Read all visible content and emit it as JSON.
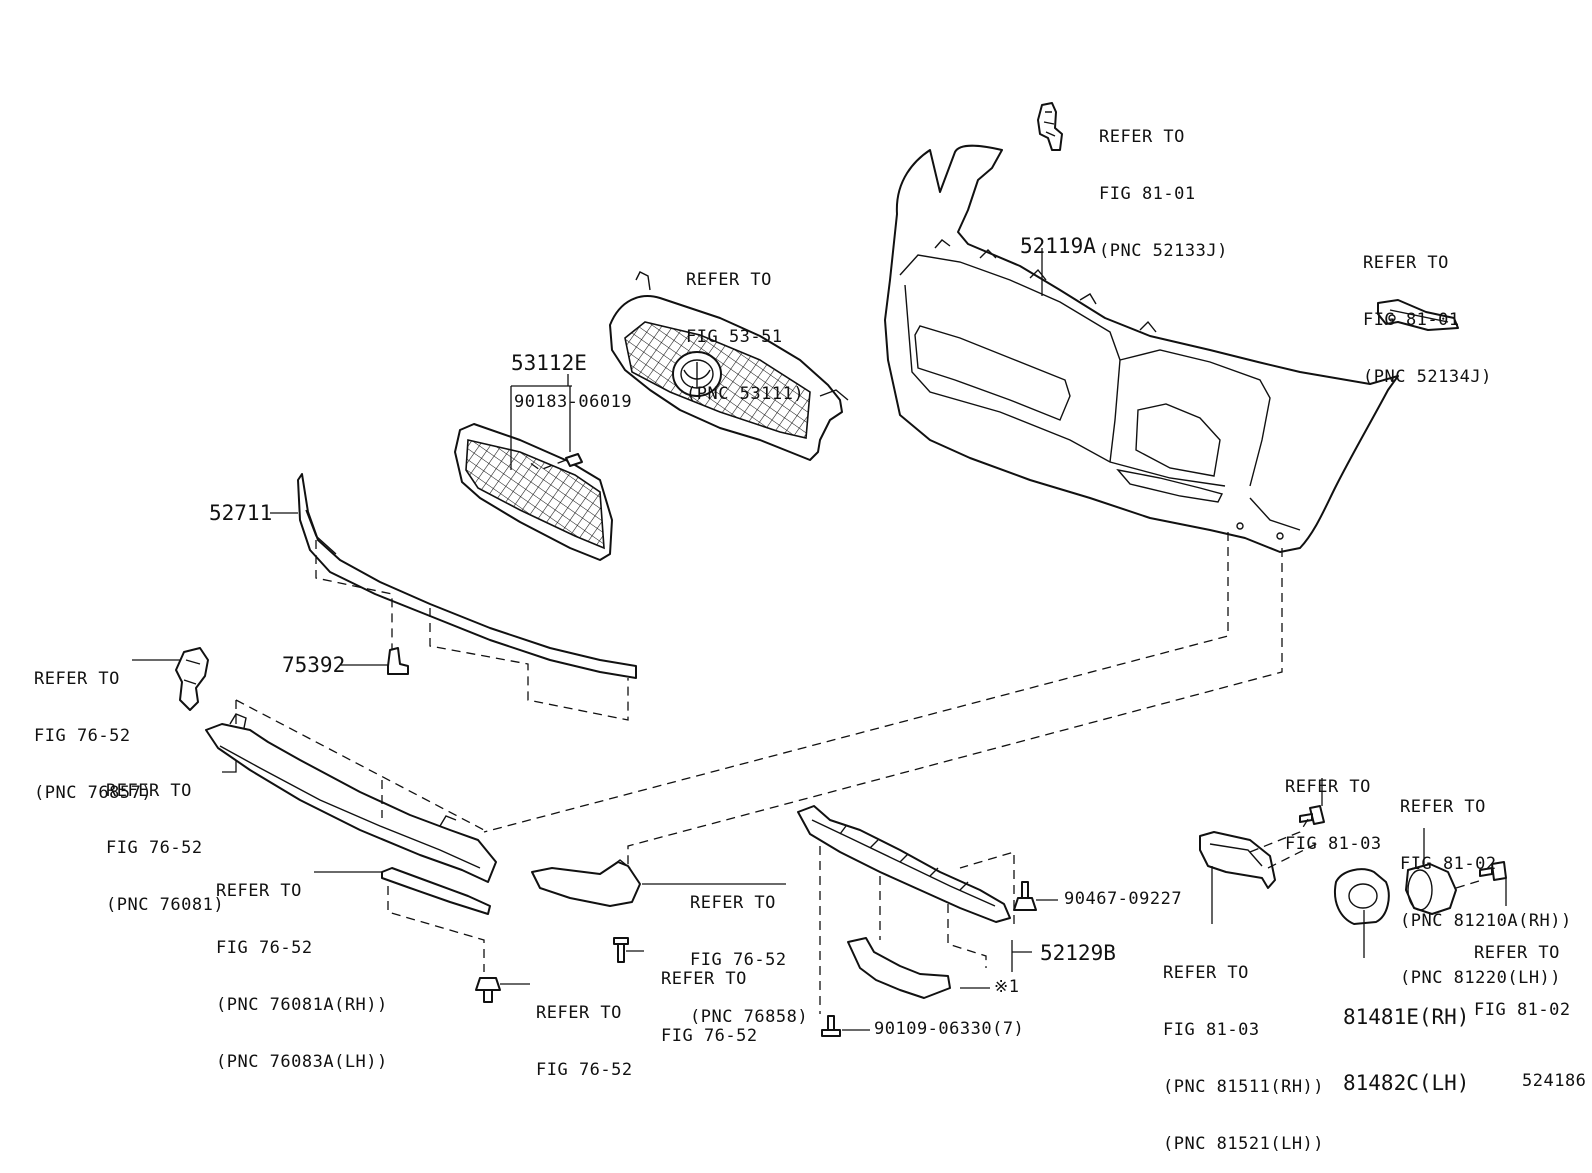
{
  "diagram_id": "524186",
  "callouts": {
    "bracket_rh_ref": [
      "REFER TO",
      "FIG 81-01",
      "(PNC 52133J)"
    ],
    "bracket_lh_ref": [
      "REFER TO",
      "FIG 81-01",
      "(PNC 52134J)"
    ],
    "bumper_cover": "52119A",
    "grille_ref": [
      "REFER TO",
      "FIG 53-51",
      "(PNC 53111)"
    ],
    "lower_grille": "53112E",
    "lower_grille_clip": "90183-06019",
    "molding": "52711",
    "clip_75392": "75392",
    "side_bracket_ref": [
      "REFER TO",
      "FIG 76-52",
      "(PNC 76857)"
    ],
    "spoiler_ref": [
      "REFER TO",
      "FIG 76-52",
      "(PNC 76081)"
    ],
    "spoiler_ext_ref": [
      "REFER TO",
      "FIG 76-52",
      "(PNC 76081A(RH))",
      "(PNC 76083A(LH))"
    ],
    "corner_trim_ref": [
      "REFER TO",
      "FIG 76-52",
      "(PNC 76858)"
    ],
    "screw_ref_1": [
      "REFER TO",
      "FIG 76-52"
    ],
    "screw_ref_2": [
      "REFER TO",
      "FIG 76-52"
    ],
    "clip_90467": "90467-09227",
    "absorber": "52129B",
    "note_x1": "※1",
    "bolt_90109": "90109-06330(7)",
    "fog_screw_ref": [
      "REFER TO",
      "FIG 81-03"
    ],
    "fog_bezel_ref": [
      "REFER TO",
      "FIG 81-03",
      "(PNC 81511(RH))",
      "(PNC 81521(LH))"
    ],
    "fog_lamp_ref": [
      "REFER TO",
      "FIG 81-02",
      "(PNC 81210A(RH))",
      "(PNC 81220(LH))"
    ],
    "fog_bolt_ref": [
      "REFER TO",
      "FIG 81-02"
    ],
    "fog_cover": [
      "81481E(RH)",
      "81482C(LH)"
    ]
  }
}
